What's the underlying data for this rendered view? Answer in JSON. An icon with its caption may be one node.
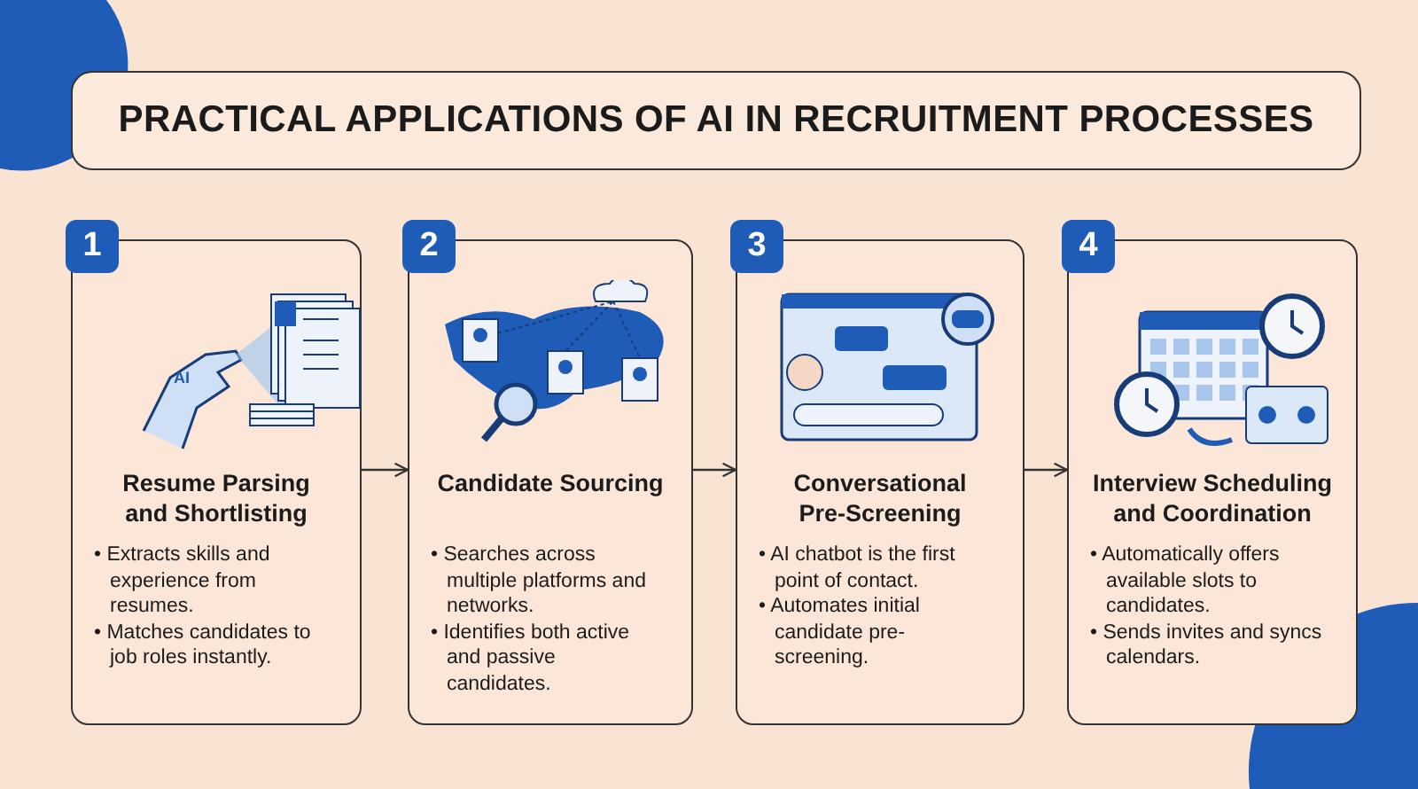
{
  "diagram": {
    "title": "PRACTICAL APPLICATIONS OF AI IN RECRUITMENT PROCESSES",
    "nodes": [
      {
        "text": [
          "1",
          "Resume Parsing and Shortlisting",
          "• Extracts skills and experience from resumes.",
          "• Matches candidates to job roles instantly."
        ]
      },
      {
        "text": [
          "2",
          "Candidate Sourcing",
          "• Searches across multiple platforms and networks.",
          "• Identifies both active and passive candidates."
        ]
      },
      {
        "text": [
          "3",
          "Conversational Pre-Screening",
          "• AI chatbot is the first point of contact.",
          "• Automates initial candidate pre-screening."
        ]
      },
      {
        "text": [
          "4",
          "Interview Scheduling and Coordination",
          "• Automatically offers available slots to candidates.",
          "• Sends invites and syncs calendars."
        ]
      }
    ],
    "edges": [
      {
        "from": 0,
        "to": 1,
        "arrow": "to"
      },
      {
        "from": 1,
        "to": 2,
        "arrow": "to"
      },
      {
        "from": 2,
        "to": 3,
        "arrow": "to"
      }
    ],
    "labels": [
      "AI"
    ]
  }
}
